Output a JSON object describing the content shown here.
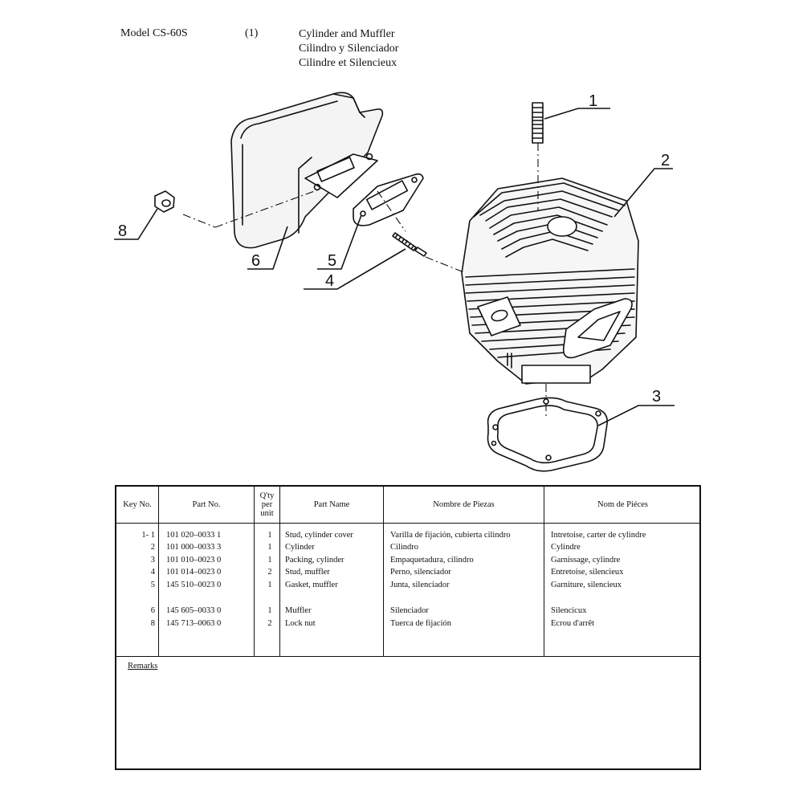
{
  "header": {
    "model": "Model CS-60S",
    "section": "(1)",
    "titles": [
      "Cylinder and Muffler",
      "Cilindro y Silenciador",
      "Cilindre et Silencieux"
    ]
  },
  "callouts": [
    "1",
    "2",
    "3",
    "4",
    "5",
    "6",
    "8"
  ],
  "table": {
    "headers": {
      "key": "Key No.",
      "part": "Part No.",
      "qty": [
        "Q'ty",
        "per",
        "unit"
      ],
      "name": "Part Name",
      "es": "Nombre de Piezas",
      "fr": "Nom de Piéces"
    },
    "rows": [
      {
        "key": "1- 1",
        "part": "101 020–0033 1",
        "qty": "1",
        "name": "Stud, cylinder cover",
        "es": "Varilla de fijación, cubierta cilindro",
        "fr": "Intretoise, carter de cylindre"
      },
      {
        "key": "2",
        "part": "101 000–0033 3",
        "qty": "1",
        "name": "Cylinder",
        "es": "Cilindro",
        "fr": "Cylindre"
      },
      {
        "key": "3",
        "part": "101 010–0023 0",
        "qty": "1",
        "name": "Packing, cylinder",
        "es": "Empaquetadura, cilindro",
        "fr": "Garnissage, cylindre"
      },
      {
        "key": "4",
        "part": "101 014–0023 0",
        "qty": "2",
        "name": "Stud, muffler",
        "es": "Perno, silenciador",
        "fr": "Entretoise, silencieux"
      },
      {
        "key": "5",
        "part": "145 510–0023 0",
        "qty": "1",
        "name": "Gasket, muffler",
        "es": "Junta, silenciador",
        "fr": "Garniture, silencieux"
      },
      {
        "key": "6",
        "part": "145 605–0033 0",
        "qty": "1",
        "name": "Muffler",
        "es": "Silenciador",
        "fr": "Silencicux"
      },
      {
        "key": "8",
        "part": "145 713–0063 0",
        "qty": "2",
        "name": "Lock nut",
        "es": "Tuerca de fijación",
        "fr": "Ecrou d'arrêt"
      }
    ],
    "remarks_label": "Remarks"
  }
}
